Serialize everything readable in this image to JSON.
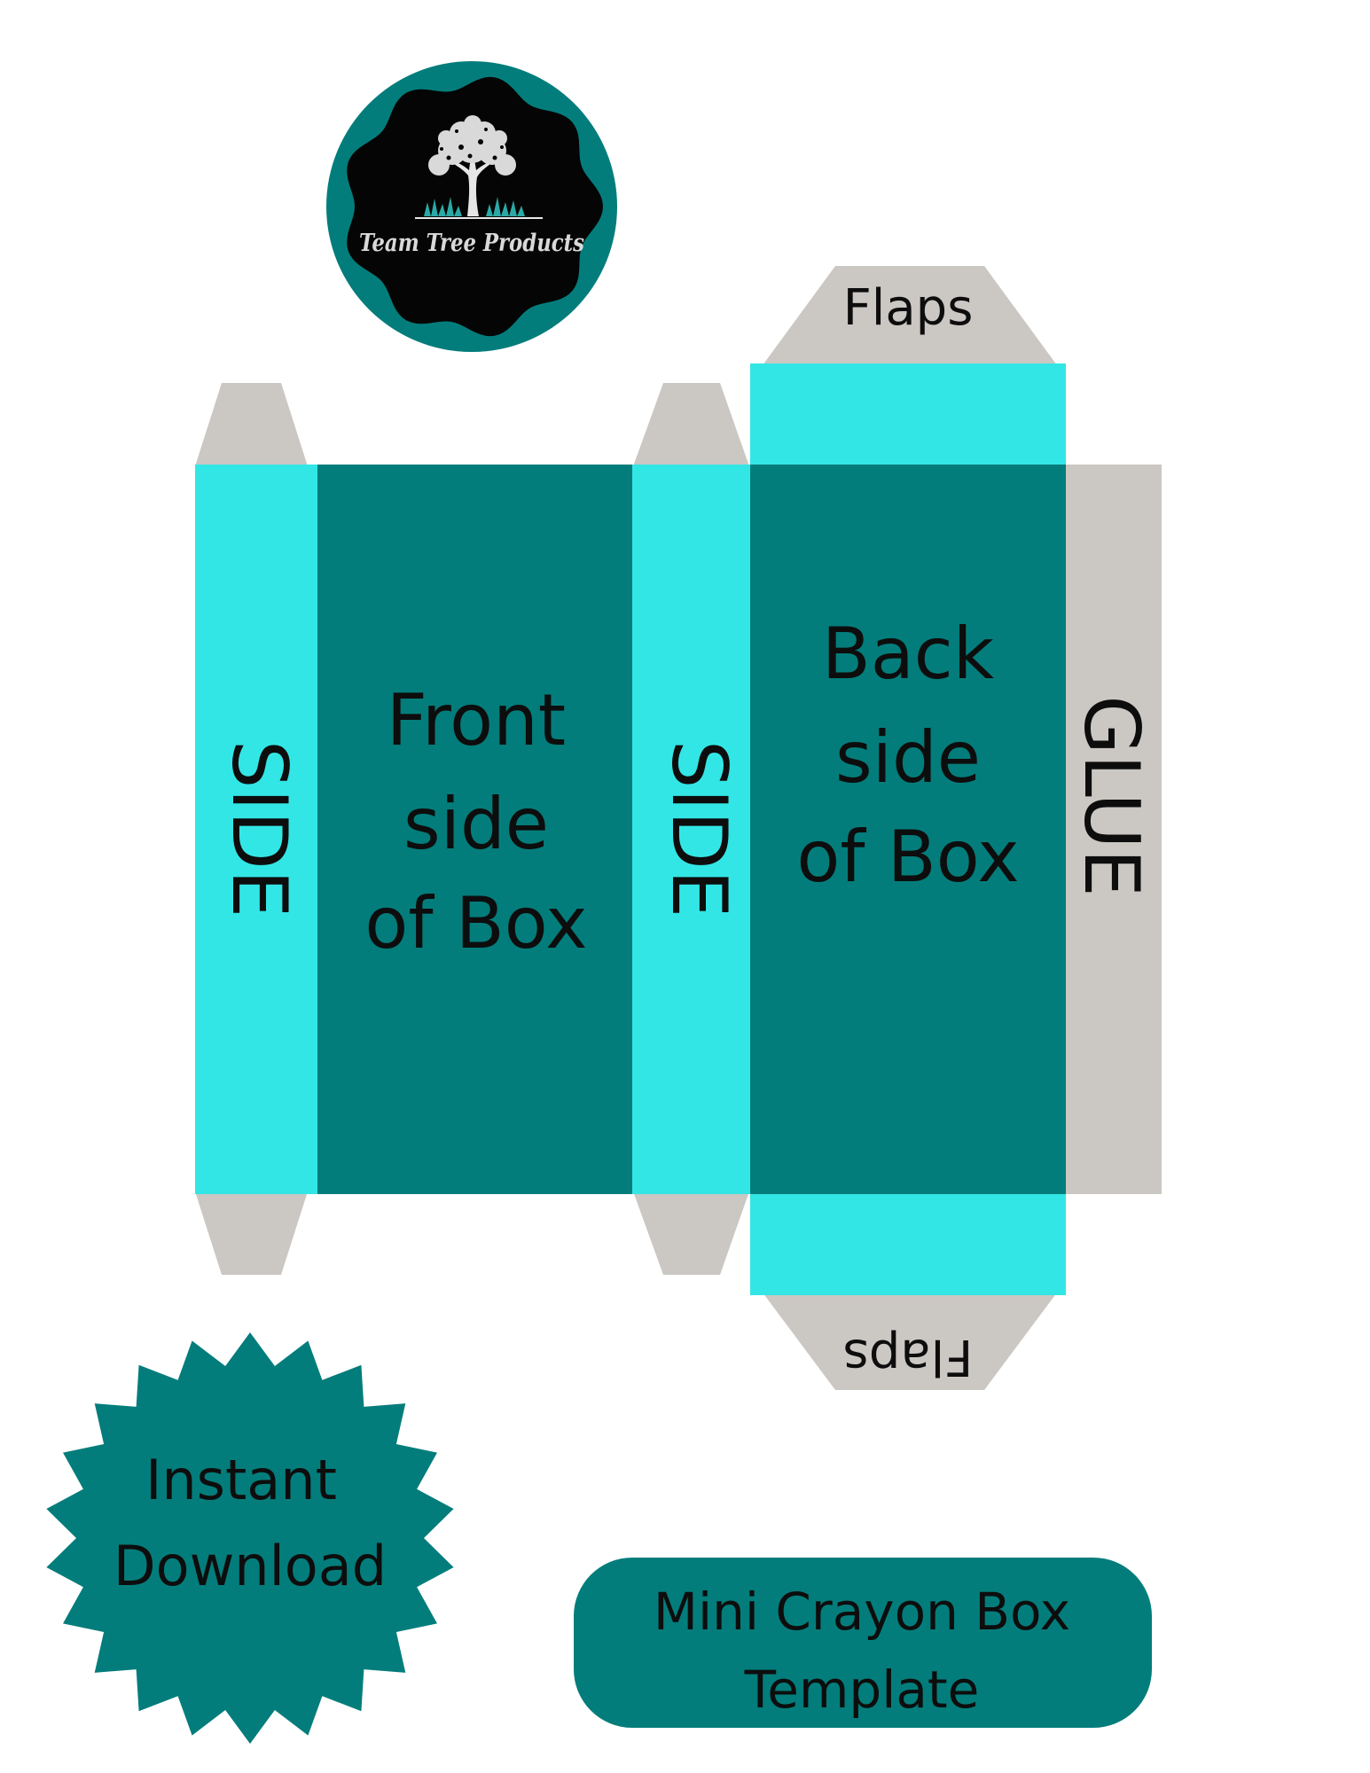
{
  "colors": {
    "teal_dark": "#037d7b",
    "teal_light": "#33e6e6",
    "gray_flap": "#cbc7c3",
    "logo_black": "#050505",
    "text": "#0d0d0d",
    "background": "#ffffff"
  },
  "logo": {
    "brand_text": "Team Tree Products",
    "icon": "tree-icon"
  },
  "template": {
    "top_flap_label": "Flaps",
    "bottom_flap_label": "Flaps",
    "left_side_label": "SIDE",
    "middle_side_label": "SIDE",
    "glue_label": "GLUE",
    "front": {
      "line1": "Front",
      "line2": "side",
      "line3": "of Box"
    },
    "back": {
      "line1": "Back",
      "line2": "side",
      "line3": "of Box"
    }
  },
  "badge": {
    "line1": "Instant",
    "line2": "Download"
  },
  "title": {
    "line1": "Mini Crayon Box",
    "line2": "Template"
  }
}
